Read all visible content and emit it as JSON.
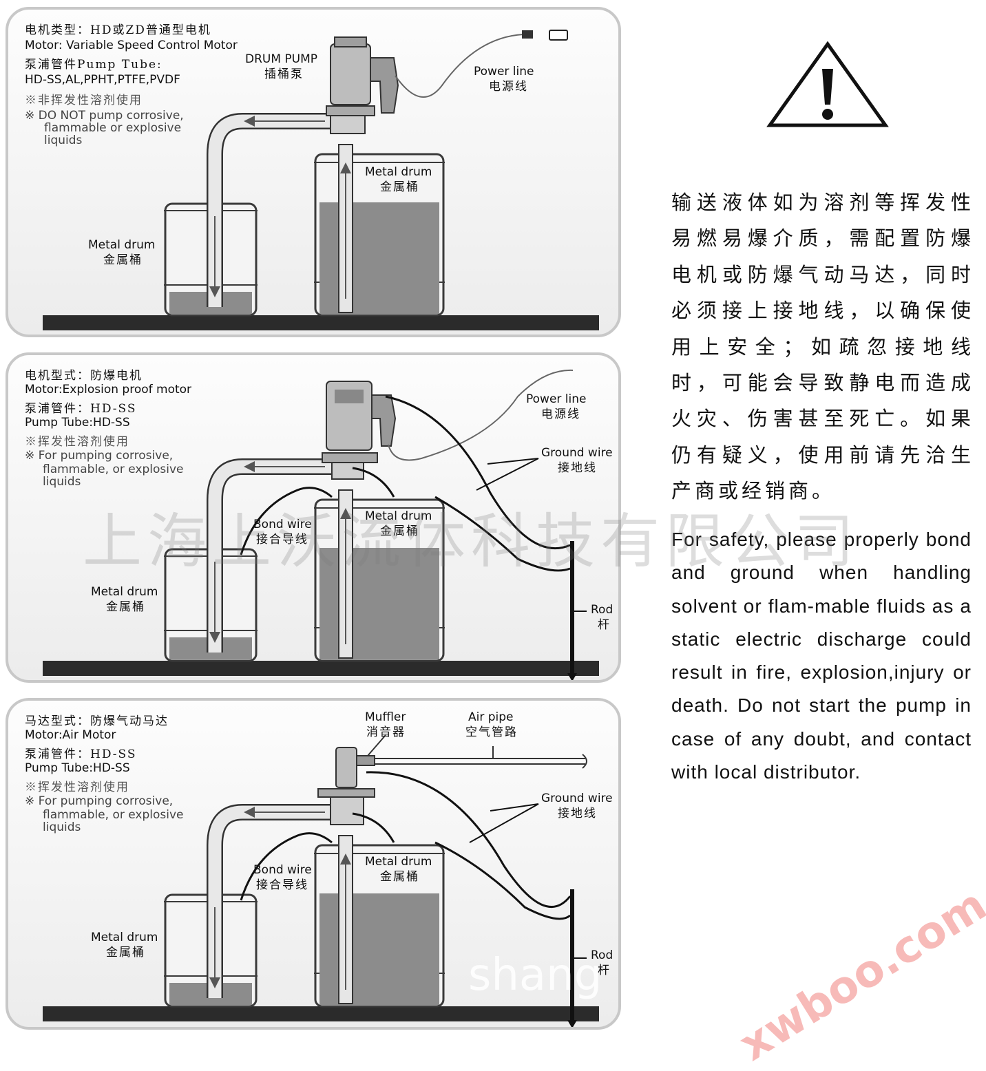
{
  "colors": {
    "ground": "#2b2b2b",
    "liquid": "#8c8c8c",
    "drum_edge": "#3a3a3a",
    "panel_border": "#c8c8c8",
    "watermark": "#f4a3a0"
  },
  "panel1": {
    "motor_type_cn": "电机类型：HD或ZD普通型电机",
    "motor_en": "Motor: Variable Speed Control Motor",
    "tube_cn": "泵浦管件Pump Tube:",
    "tube_types": "HD-SS,AL,PPHT,PTFE,PVDF",
    "note_cn": "※非挥发性溶剂使用",
    "note_en_1": "※ DO NOT pump corrosive,",
    "note_en_2": "flammable or explosive",
    "note_en_3": "liquids",
    "pump_en": "DRUM PUMP",
    "pump_cn": "插桶泵",
    "power_en": "Power line",
    "power_cn": "电源线",
    "drum_right_en": "Metal drum",
    "drum_right_cn": "金属桶",
    "drum_left_en": "Metal drum",
    "drum_left_cn": "金属桶"
  },
  "panel2": {
    "motor_type_cn": "电机型式：防爆电机",
    "motor_en": "Motor:Explosion proof motor",
    "tube_cn": "泵浦管件：HD-SS",
    "tube_en": "Pump Tube:HD-SS",
    "note_cn": "※挥发性溶剂使用",
    "note_en_1": "※ For pumping corrosive,",
    "note_en_2": "flammable, or explosive",
    "note_en_3": "liquids",
    "power_en": "Power line",
    "power_cn": "电源线",
    "ground_en": "Ground wire",
    "ground_cn": "接地线",
    "bond_en": "Bond wire",
    "bond_cn": "接合导线",
    "drum_right_en": "Metal drum",
    "drum_right_cn": "金属桶",
    "drum_left_en": "Metal drum",
    "drum_left_cn": "金属桶",
    "rod_en": "Rod",
    "rod_cn": "杆"
  },
  "panel3": {
    "motor_type_cn": "马达型式：防爆气动马达",
    "motor_en": "Motor:Air Motor",
    "tube_cn": "泵浦管件：HD-SS",
    "tube_en": "Pump Tube:HD-SS",
    "note_cn": "※挥发性溶剂使用",
    "note_en_1": "※ For pumping corrosive,",
    "note_en_2": "flammable, or explosive",
    "note_en_3": "liquids",
    "muffler_en": "Muffler",
    "muffler_cn": "消音器",
    "air_en": "Air pipe",
    "air_cn": "空气管路",
    "ground_en": "Ground wire",
    "ground_cn": "接地线",
    "bond_en": "Bond wire",
    "bond_cn": "接合导线",
    "drum_right_en": "Metal drum",
    "drum_right_cn": "金属桶",
    "drum_left_en": "Metal drum",
    "drum_left_cn": "金属桶",
    "rod_en": "Rod",
    "rod_cn": "杆"
  },
  "warning_cn": "输送液体如为溶剂等挥发性易燃易爆介质，需配置防爆电机或防爆气动马达，同时必须接上接地线，以确保使用上安全；如疏忽接地线时，可能会导致静电而造成火灾、伤害甚至死亡。如果仍有疑义，使用前请先洽生产商或经销商。",
  "warning_en": "For safety, please properly bond and ground when handling solvent or flam-mable fluids as a static electric discharge could result in fire, explosion,injury or death. Do not start the pump in case of any doubt, and contact with local distributor.",
  "watermarks": {
    "company_cn": "上海上沃流体科技有限公司",
    "site": "xwboo.com",
    "partial": "shang"
  }
}
